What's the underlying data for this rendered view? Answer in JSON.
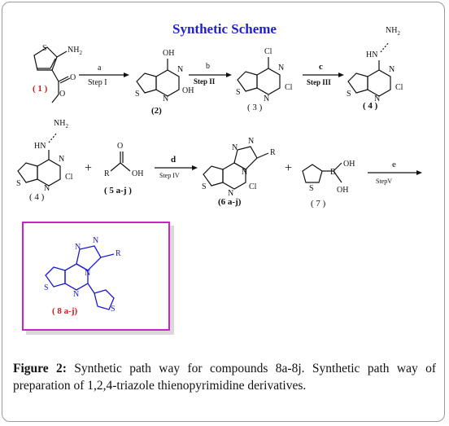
{
  "scheme_title": "Synthetic Scheme",
  "compounds": {
    "c1": "( 1 )",
    "c2": "(2)",
    "c3": "( 3 )",
    "c4a": "( 4 )",
    "c4b": "( 4 )",
    "c5": "( 5 a-j )",
    "c6": "(6 a-j)",
    "c7": "( 7 )",
    "c8": "( 8 a-j)"
  },
  "steps": [
    {
      "letter": "a",
      "label": "Step I"
    },
    {
      "letter": "b",
      "label": "Step II"
    },
    {
      "letter": "c",
      "label": "Step III"
    },
    {
      "letter": "d",
      "label": "Step IV"
    },
    {
      "letter": "e",
      "label": "StepV"
    }
  ],
  "plus_sign": "+",
  "caption": {
    "figure_label": "Figure 2:",
    "text": " Synthetic path way for compounds 8a-8j. Synthetic path way of preparation of 1,2,4-triazole thienopyrimidine derivatives."
  },
  "colors": {
    "title": "#1f1fcf",
    "compound_label": "#d01818",
    "box_border": "#cc22cc",
    "product": "#1a1acc"
  }
}
